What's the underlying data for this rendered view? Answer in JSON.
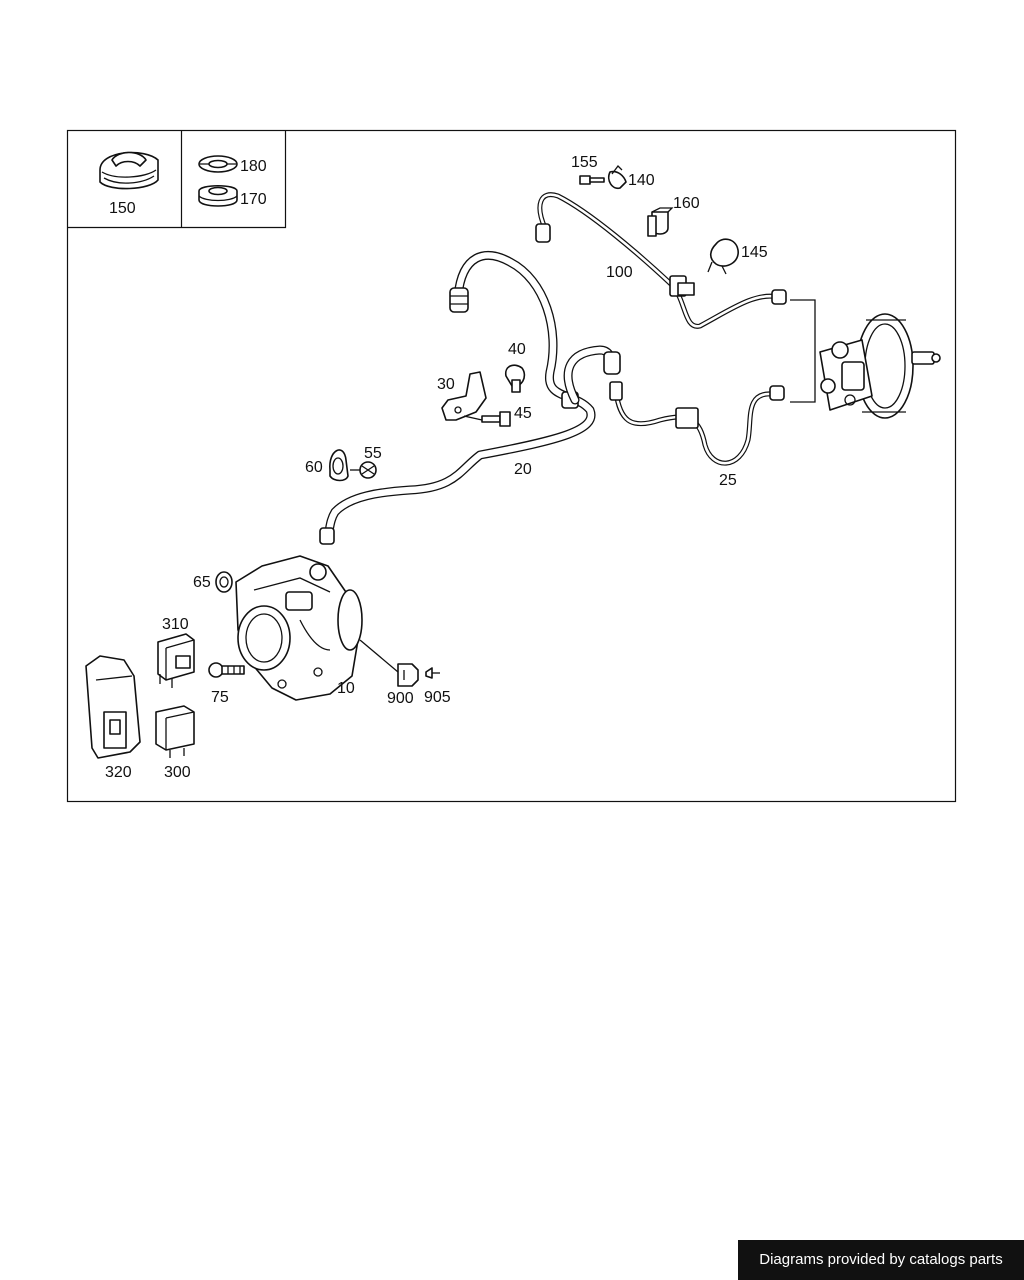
{
  "labels": {
    "p150": "150",
    "p180": "180",
    "p170": "170",
    "p155": "155",
    "p140": "140",
    "p160": "160",
    "p145": "145",
    "p100": "100",
    "p40": "40",
    "p30": "30",
    "p45": "45",
    "p55": "55",
    "p60": "60",
    "p20": "20",
    "p25": "25",
    "p65": "65",
    "p310": "310",
    "p75": "75",
    "p10": "10",
    "p900": "900",
    "p905": "905",
    "p320": "320",
    "p300": "300"
  },
  "footer": {
    "text": "Diagrams provided by catalogs parts"
  },
  "colors": {
    "ink": "#111111",
    "background": "#ffffff",
    "footer_bg": "#111111",
    "footer_text": "#ffffff"
  }
}
